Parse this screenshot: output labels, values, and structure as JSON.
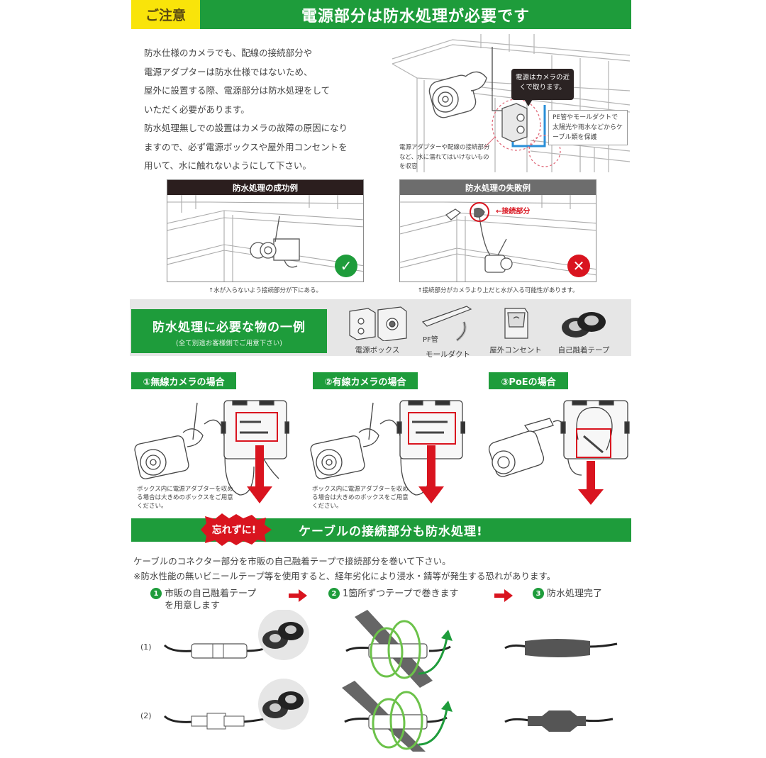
{
  "header": {
    "tag": "ご注意",
    "title": "電源部分は防水処理が必要です"
  },
  "intro": {
    "lines": [
      "防水仕様のカメラでも、配線の接続部分や",
      "電源アダプターは防水仕様ではないため、",
      "屋外に設置する際、電源部分は防水処理をして",
      "いただく必要があります。",
      "防水処理無しでの設置はカメラの故障の原因になり",
      "ますので、必ず電源ボックスや屋外用コンセントを",
      "用いて、水に触れないようにして下さい。"
    ]
  },
  "illustration": {
    "callout": "電源はカメラの近くで取ります。",
    "note_right": "PE管やモールダクトで太陽光や雨水などからケーブル類を保護",
    "note_left": "電源アダプターや配線の接続部分など、水に濡れてはいけないものを収容"
  },
  "examples": {
    "success": {
      "title": "防水処理の成功例",
      "caption": "↑水が入らないよう接続部分が下にある。",
      "badge": "✓"
    },
    "failure": {
      "title": "防水処理の失敗例",
      "caption": "↑接続部分がカメラより上だと水が入る可能性があります。",
      "joint_label": "←接続部分",
      "badge": "✕"
    }
  },
  "needed_items": {
    "title": "防水処理に必要な物の一例",
    "subtitle": "(全て別途お客様側でご用意下さい)",
    "items": [
      {
        "label": "電源ボックス",
        "icon": "junction-box-icon"
      },
      {
        "label": "PF管",
        "icon": "pf-pipe-icon"
      },
      {
        "label": "モールダクト",
        "icon": "mall-duct-icon"
      },
      {
        "label": "屋外コンセント",
        "icon": "outdoor-outlet-icon"
      },
      {
        "label": "自己融着テープ",
        "icon": "self-fusing-tape-icon"
      }
    ]
  },
  "cases": [
    {
      "title": "①無線カメラの場合",
      "caption": "ボックス内に電源アダプターを収める場合は大きめのボックスをご用意ください。"
    },
    {
      "title": "②有線カメラの場合",
      "caption": "ボックス内に電源アダプターを収める場合は大きめのボックスをご用意ください。"
    },
    {
      "title": "③PoEの場合",
      "caption": ""
    }
  ],
  "cable_section": {
    "burst": "忘れずに!",
    "title": "ケーブルの接続部分も防水処理!",
    "text_1": "ケーブルのコネクター部分を市販の自己融着テープで接続部分を巻いて下さい。",
    "text_2": "※防水性能の無いビニールテープ等を使用すると、経年劣化により浸水・錆等が発生する恐れがあります。"
  },
  "steps": [
    {
      "num": "1",
      "label_1": "市販の自己融着テープ",
      "label_2": "を用意します"
    },
    {
      "num": "2",
      "label_1": "1箇所ずつテープで巻きます",
      "label_2": ""
    },
    {
      "num": "3",
      "label_1": "防水処理完了",
      "label_2": ""
    }
  ],
  "rows": [
    "(1)",
    "(2)"
  ],
  "colors": {
    "green": "#1e9c3b",
    "yellow": "#f9e40a",
    "red": "#d9141f",
    "dark": "#2b1e1e",
    "band_gray": "#e6e6e6"
  }
}
